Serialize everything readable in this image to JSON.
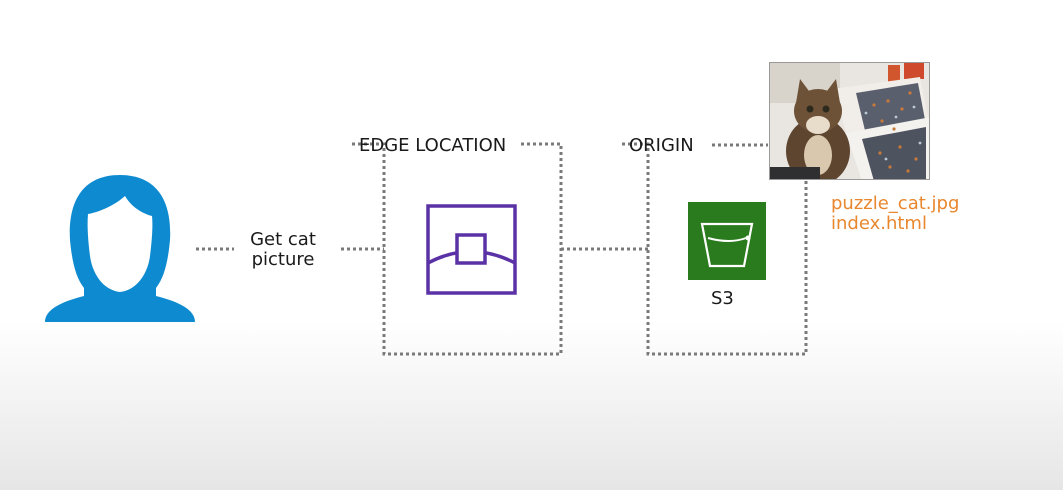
{
  "diagram": {
    "request_label": "Get cat\npicture",
    "edge_title": "EDGE LOCATION",
    "origin_title": "ORIGIN",
    "s3_label": "S3",
    "files": [
      "puzzle_cat.jpg",
      "index.html"
    ]
  },
  "colors": {
    "user_blue": "#0e8bd0",
    "edge_purple": "#5b32a6",
    "s3_green": "#2a7a1e",
    "file_orange": "#e8872e",
    "connector_gray": "#7a7a7a"
  },
  "icons": {
    "user": "user-icon",
    "edge": "edge-location-icon",
    "s3": "s3-bucket-icon",
    "photo": "cat-photo"
  }
}
